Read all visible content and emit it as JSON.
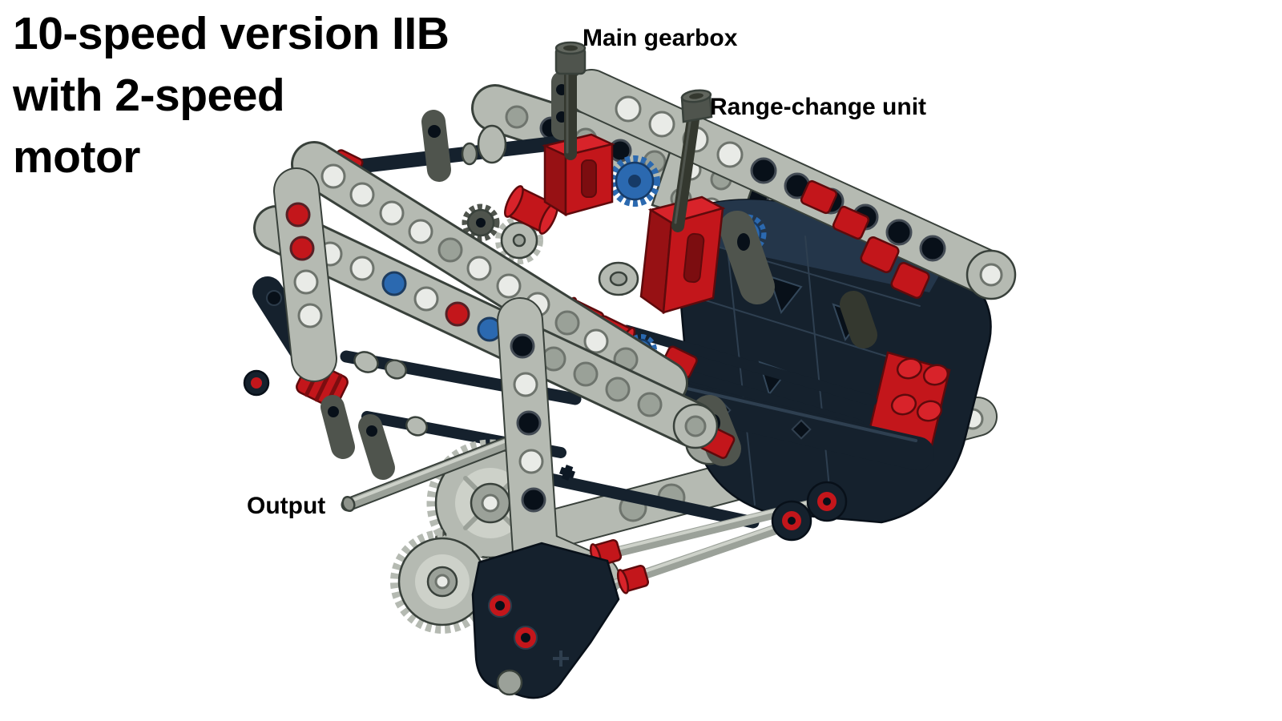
{
  "title": {
    "lines": [
      "10-speed version IIB",
      "with 2-speed",
      "motor"
    ]
  },
  "labels": {
    "main_gearbox": "Main gearbox",
    "range_change_unit": "Range-change unit",
    "output": "Output"
  },
  "illustration": {
    "subject": "LEGO Technic 10-speed gearbox with 2-speed motor, isometric CAD render on white background",
    "palette": {
      "background": "#ffffff",
      "text": "#000000",
      "light_gray": "#b5bab2",
      "light_gray_hi": "#cdd1c9",
      "light_gray_sh": "#8e938b",
      "gray_mid": "#9ba199",
      "navy": "#15212d",
      "navy_hi": "#24364a",
      "navy_dark": "#081019",
      "red": "#c3161b",
      "red_hi": "#d8232a",
      "red_dark": "#971114",
      "red_deep": "#5f0a0c",
      "blue": "#2b69b0",
      "blue_dark": "#163a66",
      "lever_gray": "#4f544d",
      "lever_gray_hi": "#61665e",
      "lever_gray_dark": "#34382f",
      "outline": "#39413b",
      "hole_ring": "#6e746d",
      "hole_light": "#e9ebe7",
      "hole_dark": "#9aa198"
    }
  }
}
